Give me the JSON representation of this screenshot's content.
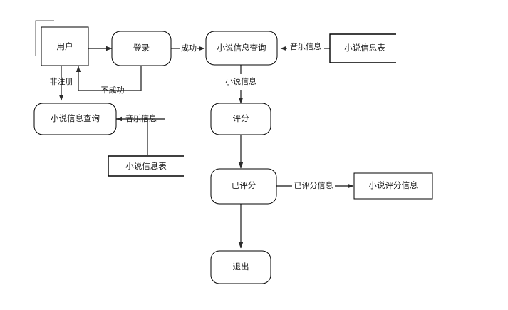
{
  "diagram": {
    "type": "data-flow-diagram",
    "background": "#ffffff",
    "stroke_color": "#000000",
    "line_color": "#3a3a3a",
    "text_color": "#1a1a1a",
    "nodes": {
      "user_entity": "用户",
      "login_process": "登录",
      "novel_query_top": "小说信息查询",
      "novel_query_left": "小说信息查询",
      "rating_process": "评分",
      "rated_process": "已评分",
      "exit_process": "退出"
    },
    "stores": {
      "novel_table_right": "小说信息表",
      "novel_table_left": "小说信息表",
      "novel_rating_info": "小说评分信息"
    },
    "edges": {
      "login_success": "成功",
      "login_fail": "不成功",
      "not_registered": "非注册",
      "music_info_top": "音乐信息",
      "music_info_left": "音乐信息",
      "novel_info": "小说信息",
      "rated_info": "已评分信息"
    }
  }
}
